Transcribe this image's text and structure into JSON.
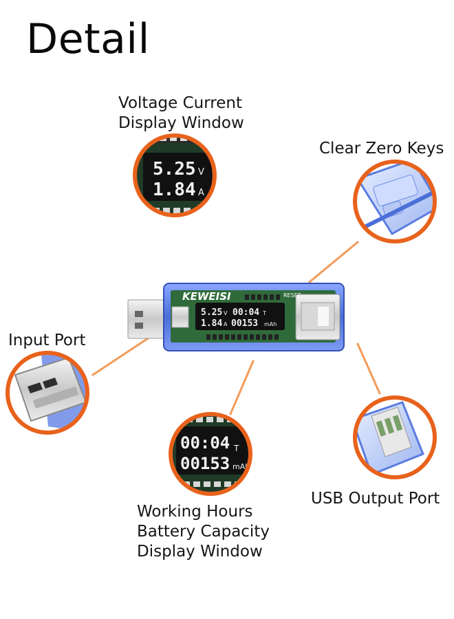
{
  "title": "Detail",
  "labels": {
    "voltage_current": [
      "Voltage Current",
      "Display Window"
    ],
    "clear_zero": [
      "Clear Zero Keys"
    ],
    "input_port": [
      "Input Port"
    ],
    "usb_output": [
      "USB Output Port"
    ],
    "working_hours": [
      "Working Hours",
      "Battery Capacity",
      "Display Window"
    ]
  },
  "device": {
    "brand": "KEWEISI",
    "reset_label": "RESET",
    "voltage": "5.25",
    "voltage_unit": "V",
    "current": "1.84",
    "current_unit": "A",
    "time": "00:04",
    "time_unit": "T",
    "capacity": "00153",
    "capacity_unit": "mAh"
  },
  "zoom_voltage": {
    "voltage": "5.25",
    "voltage_unit": "V",
    "current": "1.84",
    "current_unit": "A"
  },
  "zoom_hours": {
    "time": "00:04",
    "time_unit": "T",
    "capacity": "00153",
    "capacity_unit": "mAh"
  },
  "colors": {
    "ring": "#e8621c",
    "connector_line": "#f08a3c",
    "case_blue": "#4a6fd8",
    "pcb_green": "#2f6b3a",
    "lcd_bg": "#111111",
    "lcd_text": "#f2f2f2"
  }
}
